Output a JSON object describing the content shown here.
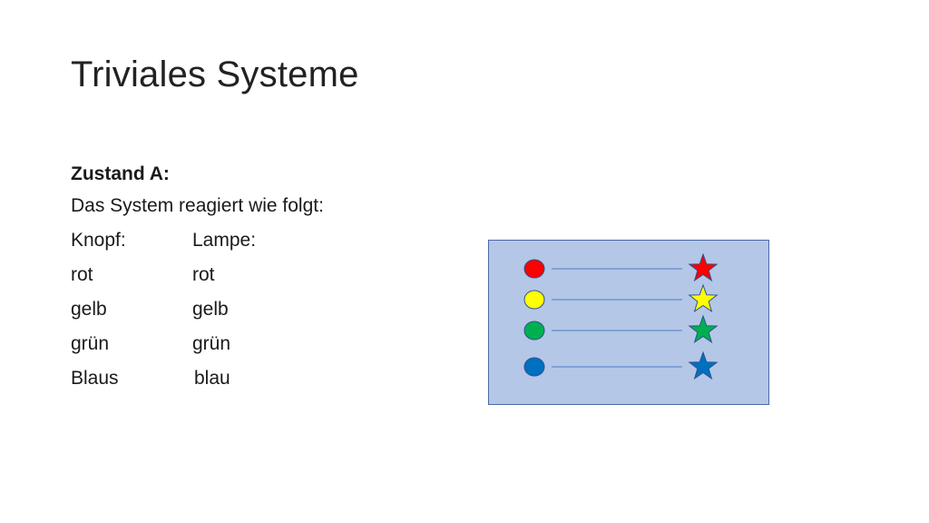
{
  "slide": {
    "title": "Triviales Systeme",
    "subheading": "Zustand A:",
    "intro": "Das System reagiert wie folgt:",
    "table": {
      "headers": [
        "Knopf:",
        "Lampe:"
      ],
      "rows": [
        [
          "rot",
          "rot"
        ],
        [
          "gelb",
          "gelb"
        ],
        [
          "grün",
          "grün"
        ],
        [
          "Blaus",
          "blau"
        ]
      ]
    }
  },
  "diagram": {
    "background": "#b4c7e7",
    "border": "#4a6aa5",
    "line_color": "#4a7cc7",
    "connections": [
      {
        "button_color": "#ff0000",
        "lamp_color": "#ff0000"
      },
      {
        "button_color": "#ffff00",
        "lamp_color": "#ffff00"
      },
      {
        "button_color": "#00b050",
        "lamp_color": "#00b050"
      },
      {
        "button_color": "#0070c0",
        "lamp_color": "#0070c0"
      }
    ],
    "button_icon": "circle-button-icon",
    "lamp_icon": "star-lamp-icon"
  }
}
